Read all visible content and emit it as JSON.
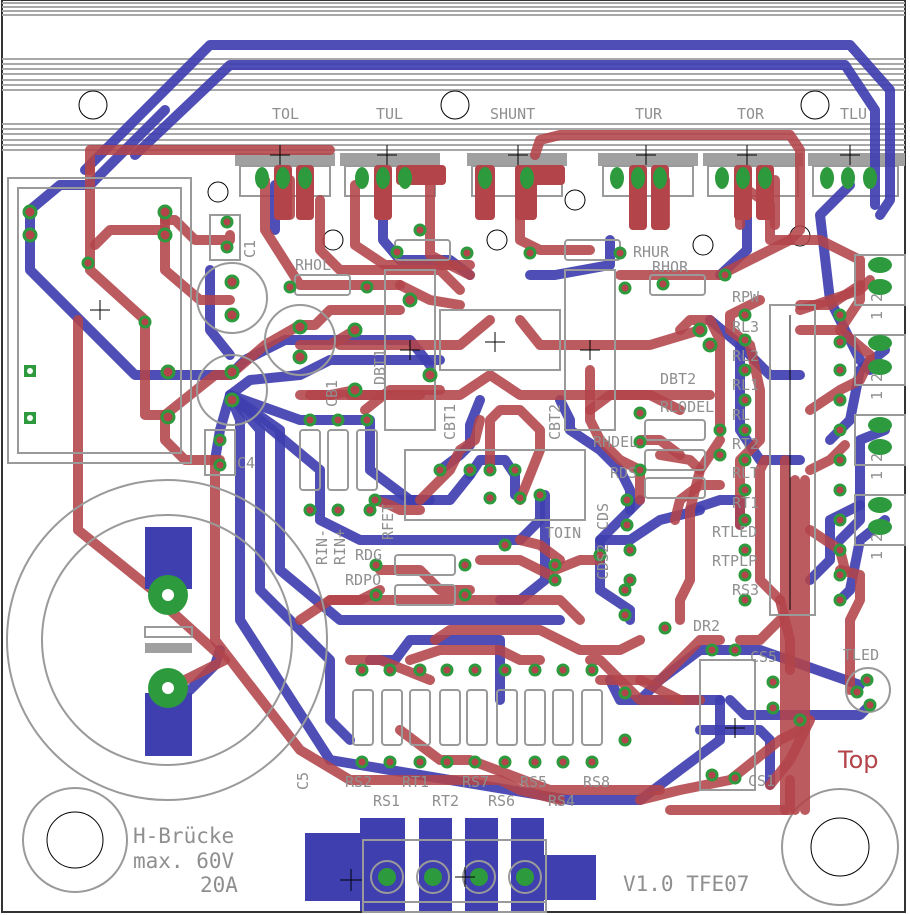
{
  "board": {
    "title": "H-Brücke",
    "spec_voltage": "max. 60V",
    "spec_current": "20A",
    "version": "V1.0 TFE07",
    "layer_label": "Top",
    "colors": {
      "top_layer": "#b2444a",
      "bottom_layer": "#3f3fb0",
      "pads": "#2e9a3e",
      "silkscreen": "#9a9a9a"
    }
  },
  "transistors": [
    "TOL",
    "TUL",
    "SHUNT",
    "TUR",
    "TOR",
    "TLU"
  ],
  "components": {
    "resistors_top": [
      "RHOL",
      "RHUR",
      "RHOR"
    ],
    "diodes": [
      "DBT1",
      "DBT2"
    ],
    "caps": [
      "C1",
      "C4",
      "C5",
      "CB1",
      "CBT1",
      "CBT2",
      "CDS",
      "CDS2",
      "CS5",
      "CS1"
    ],
    "right_resistors": [
      "RPW",
      "RL3",
      "RL2",
      "RL1",
      "RL",
      "RT2",
      "RLT",
      "RT1",
      "RTLED",
      "RTPLP",
      "RS3"
    ],
    "mid_resistors": [
      "RLODEL",
      "RHDEL",
      "RDS",
      "RIN-",
      "RIN+",
      "RDG",
      "RDPO",
      "RFET",
      "TOIN",
      "DR2"
    ],
    "bottom_labels_row1": [
      "RS2",
      "RT1",
      "RS7",
      "RS5",
      "RS8"
    ],
    "bottom_labels_row2": [
      "RS1",
      "RT2",
      "RS6",
      "RS4"
    ],
    "led": "TLED",
    "connector_pins": [
      "1",
      "2",
      "1",
      "2",
      "1",
      "2",
      "1",
      "2"
    ]
  }
}
